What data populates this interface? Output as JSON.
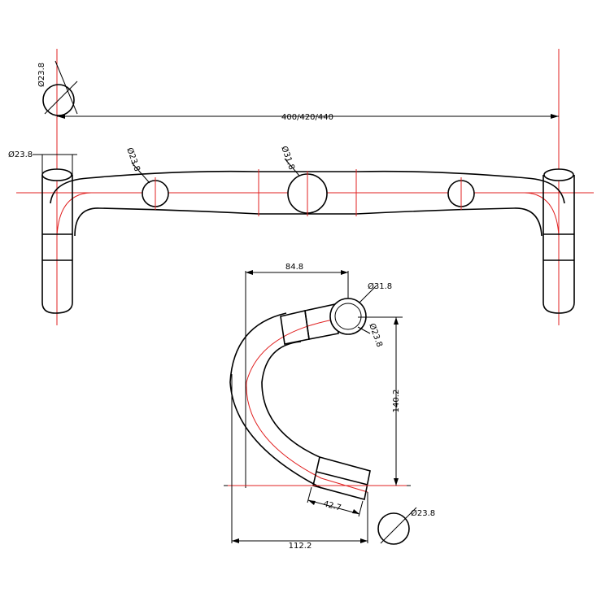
{
  "colors": {
    "outline": "#000000",
    "centerline": "#e02020",
    "background": "#ffffff"
  },
  "top_view": {
    "width_label": "400/420/440",
    "section_label_left": "Ø23.8",
    "drop_diameter_label": "Ø23.8",
    "tops_diameter_label": "Ø23.8",
    "clamp_diameter_label": "Ø31.8"
  },
  "side_view": {
    "reach_label": "84.8",
    "clamp_label": "Ø31.8",
    "tops_label": "Ø23.8",
    "drop_label": "140.2",
    "end_label": "42.7",
    "total_reach_label": "112.2",
    "end_section_label": "Ø23.8"
  }
}
